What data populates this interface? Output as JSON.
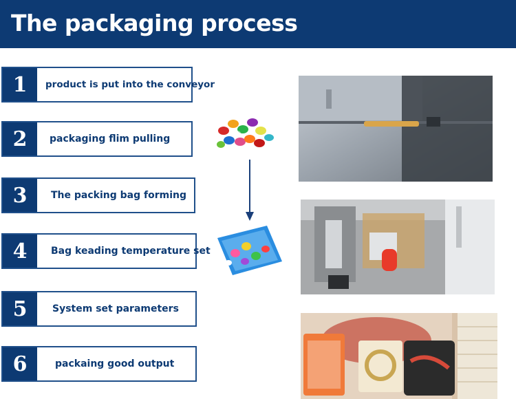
{
  "header": {
    "title": "The packaging process"
  },
  "steps": [
    {
      "number": "1",
      "label": "product is put into the conveyor"
    },
    {
      "number": "2",
      "label": "packaging flim pulling"
    },
    {
      "number": "3",
      "label": "The packing bag forming"
    },
    {
      "number": "4",
      "label": "Bag keading temperature set"
    },
    {
      "number": "5",
      "label": "System set parameters"
    },
    {
      "number": "6",
      "label": "packaing good output"
    }
  ],
  "colors": {
    "header_bg": "#0d3a73",
    "number_bg": "#0d3a73",
    "border": "#1f4f8a",
    "arrow": "#1a3f7a"
  },
  "icons": [
    "candy-pile-image",
    "down-arrow-icon",
    "packed-candy-bag-image"
  ]
}
